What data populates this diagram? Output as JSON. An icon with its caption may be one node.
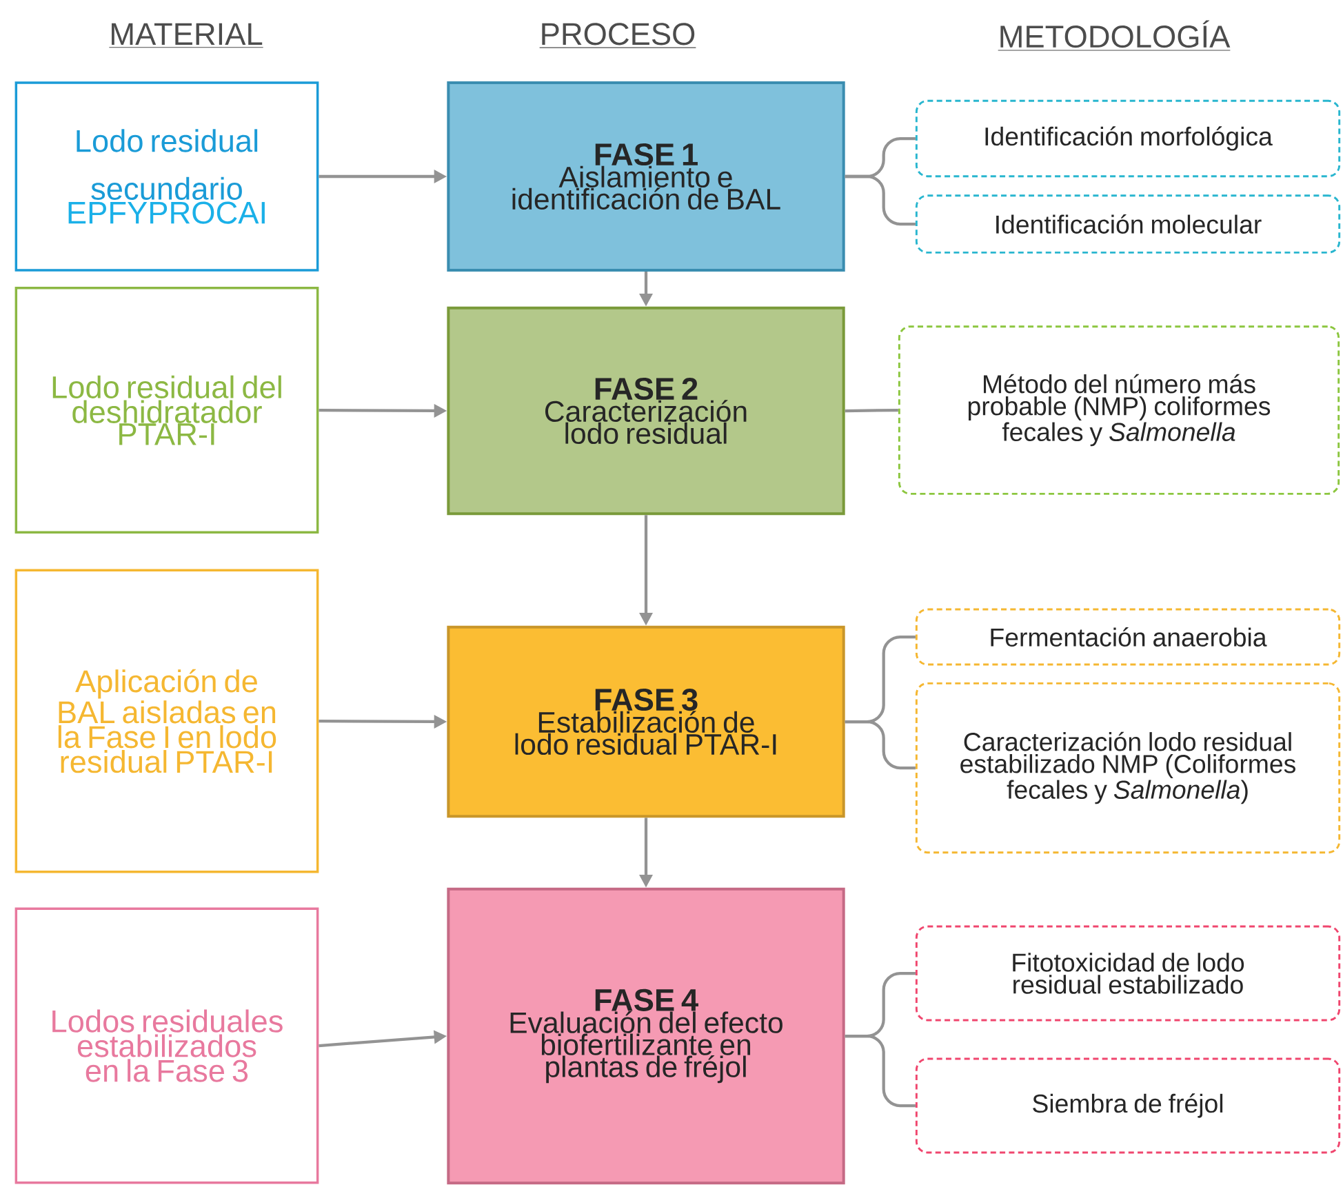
{
  "diagram": {
    "nodes": [
      {
        "text": [
          "Lodo residual secundario",
          "EPFYPROCAI"
        ]
      },
      {
        "text": [
          "FASE 1",
          "Aislamiento e identificación de BAL"
        ]
      },
      {
        "text": [
          "Identificación morfológica"
        ]
      },
      {
        "text": [
          "Identificación molecular"
        ]
      },
      {
        "text": [
          "Lodo residual del deshidratador PTAR-I"
        ]
      },
      {
        "text": [
          "FASE 2",
          "Caracterización lodo residual"
        ]
      },
      {
        "text": [
          "Método del número más probable (NMP) coliformes fecales y *Salmonella*"
        ]
      },
      {
        "text": [
          "Aplicación de BAL aisladas en la Fase I  en lodo residual PTAR-I"
        ]
      },
      {
        "text": [
          "FASE 3",
          "Estabilización de lodo residual PTAR-I"
        ]
      },
      {
        "text": [
          "Fermentación anaerobia"
        ]
      },
      {
        "text": [
          "Caracterización lodo residual estabilizado NMP (Coliformes fecales y *Salmonella*)"
        ]
      },
      {
        "text": [
          "Lodos residuales estabilizados en la Fase 3"
        ]
      },
      {
        "text": [
          "FASE 4",
          "Evaluación del efecto biofertilizante en plantas de fréjol"
        ]
      },
      {
        "text": [
          "Fitotoxicidad de lodo residual estabilizado"
        ]
      },
      {
        "text": [
          "Siembra de fréjol"
        ]
      }
    ],
    "edges": [
      {
        "from": 0,
        "to": 1,
        "arrow": "to"
      },
      {
        "from": 1,
        "to": 2,
        "arrow": "none"
      },
      {
        "from": 1,
        "to": 3,
        "arrow": "none"
      },
      {
        "from": 1,
        "to": 5,
        "arrow": "to"
      },
      {
        "from": 4,
        "to": 5,
        "arrow": "to"
      },
      {
        "from": 5,
        "to": 6,
        "arrow": "none"
      },
      {
        "from": 5,
        "to": 8,
        "arrow": "to"
      },
      {
        "from": 7,
        "to": 8,
        "arrow": "to"
      },
      {
        "from": 8,
        "to": 9,
        "arrow": "none"
      },
      {
        "from": 8,
        "to": 10,
        "arrow": "none"
      },
      {
        "from": 8,
        "to": 12,
        "arrow": "to"
      },
      {
        "from": 11,
        "to": 12,
        "arrow": "to"
      },
      {
        "from": 12,
        "to": 13,
        "arrow": "none"
      },
      {
        "from": 12,
        "to": 14,
        "arrow": "none"
      }
    ],
    "labels": [
      "MATERIAL",
      "PROCESO",
      "METODOLOGÍA"
    ]
  }
}
